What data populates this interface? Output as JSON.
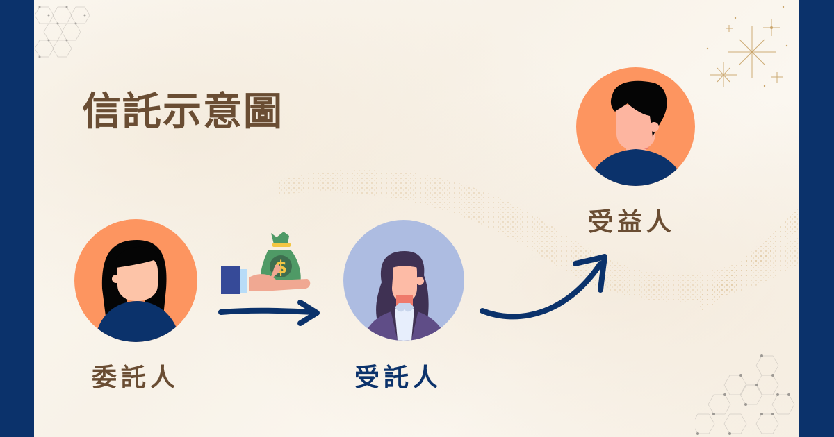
{
  "title": "信託示意圖",
  "colors": {
    "frame": "#0b326b",
    "title_text": "#6a4d33",
    "settlor_bg": "#fd9560",
    "trustee_bg": "#adbce1",
    "beneficiary_bg": "#fd9560",
    "arrow": "#0b326b",
    "trustee_label": "#0b326b"
  },
  "nodes": {
    "settlor": {
      "label": "委託人",
      "icon": "woman-avatar-icon"
    },
    "trustee": {
      "label": "受託人",
      "icon": "businesswoman-avatar-icon"
    },
    "beneficiary": {
      "label": "受益人",
      "icon": "man-avatar-icon"
    }
  },
  "transfer": {
    "icon": "hand-holding-money-bag-icon",
    "symbol": "$"
  },
  "edges": [
    {
      "from": "委託人",
      "to": "受託人",
      "style": "straight-arrow"
    },
    {
      "from": "受託人",
      "to": "受益人",
      "style": "curved-arrow"
    }
  ]
}
